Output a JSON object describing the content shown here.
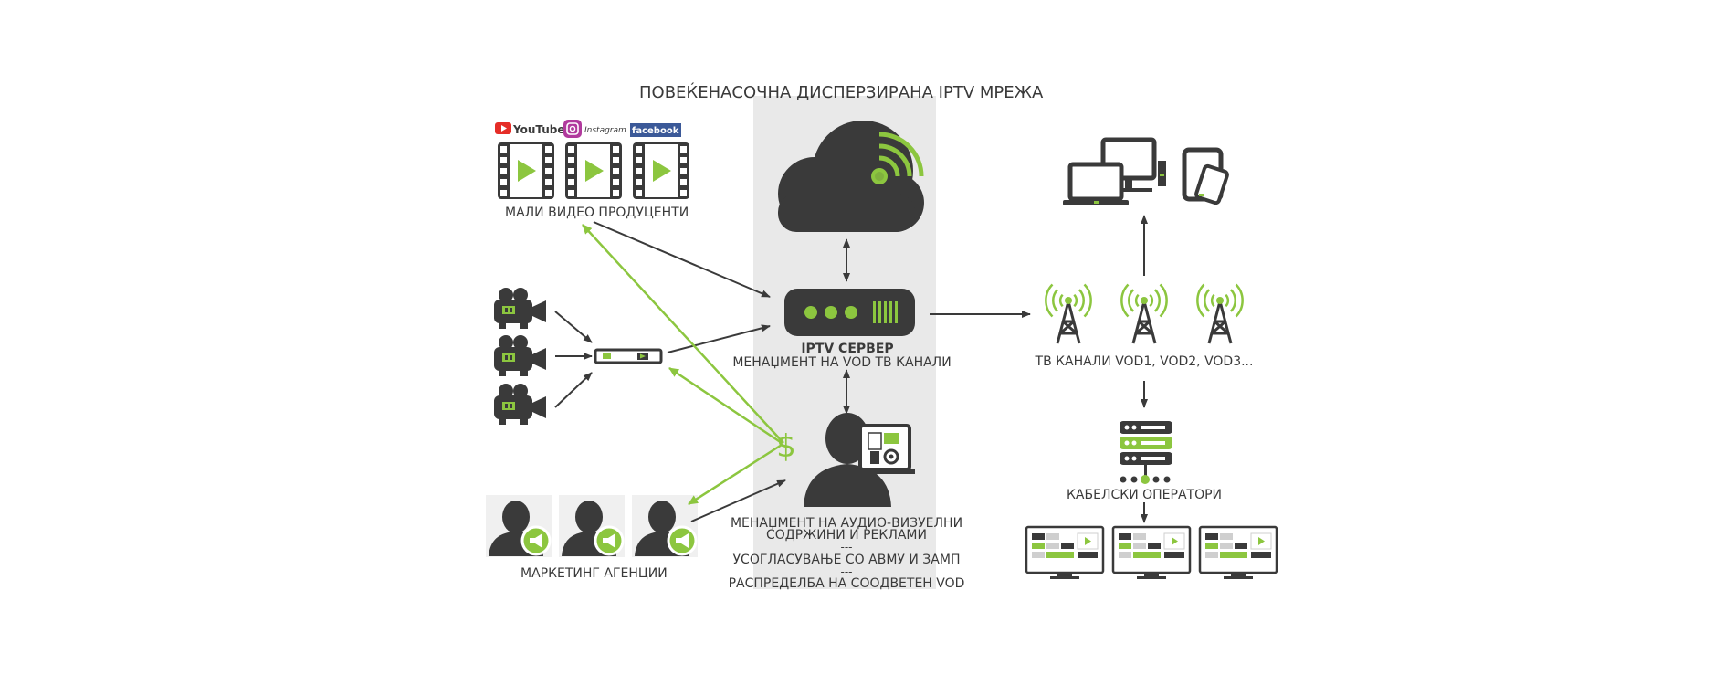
{
  "title": "ПОВЕЌЕНАСОЧНА ДИСПЕРЗИРАНА IPTV МРЕЖА",
  "sources": {
    "logos": [
      "YouTube",
      "Instagram",
      "facebook"
    ],
    "small_producers_label": "МАЛИ ВИДЕО ПРОДУЦЕНТИ",
    "marketing_label": "МАРКЕТИНГ АГЕНЦИИ"
  },
  "server": {
    "title": "IPTV СЕРВЕР",
    "subtitle": "МЕНАЏМЕНТ НА VOD ТВ КАНАЛИ"
  },
  "management": {
    "line1": "МЕНАЏМЕНТ НА АУДИО-ВИЗУЕЛНИ",
    "line2": "СОДРЖИНИ И РЕКЛАМИ",
    "sep1": "---",
    "line3": "УСОГЛАСУВАЊЕ СО АВМУ И ЗАМП",
    "sep2": "---",
    "line4": "РАСПРЕДЕЛБА НА СООДВЕТЕН VOD",
    "currency": "$"
  },
  "channels_label": "ТВ КАНАЛИ VOD1, VOD2, VOD3...",
  "cable_label": "КАБЕЛСКИ ОПЕРАТОРИ",
  "colors": {
    "dark": "#3a3a3a",
    "green": "#8cc63f",
    "light_gray": "#e6e6e6"
  }
}
